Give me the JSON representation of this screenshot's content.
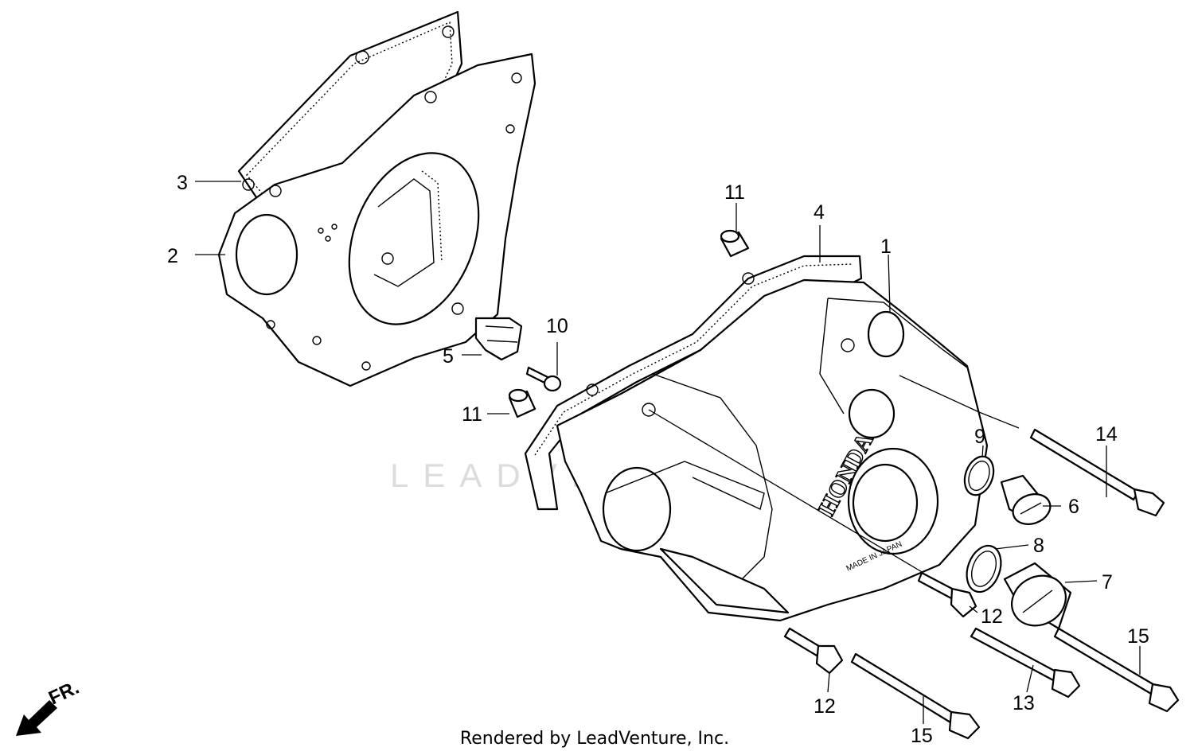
{
  "watermark": "LEADVENTURE",
  "brand_text": "HONDA",
  "made_in": "MADE IN JAPAN",
  "front_marker": "FR.",
  "footer": "Rendered by LeadVenture, Inc.",
  "callouts": {
    "c1": "1",
    "c2": "2",
    "c3": "3",
    "c4": "4",
    "c5": "5",
    "c6": "6",
    "c7": "7",
    "c8": "8",
    "c9": "9",
    "c10": "10",
    "c11a": "11",
    "c11b": "11",
    "c12a": "12",
    "c12b": "12",
    "c13": "13",
    "c14": "14",
    "c15a": "15",
    "c15b": "15"
  }
}
